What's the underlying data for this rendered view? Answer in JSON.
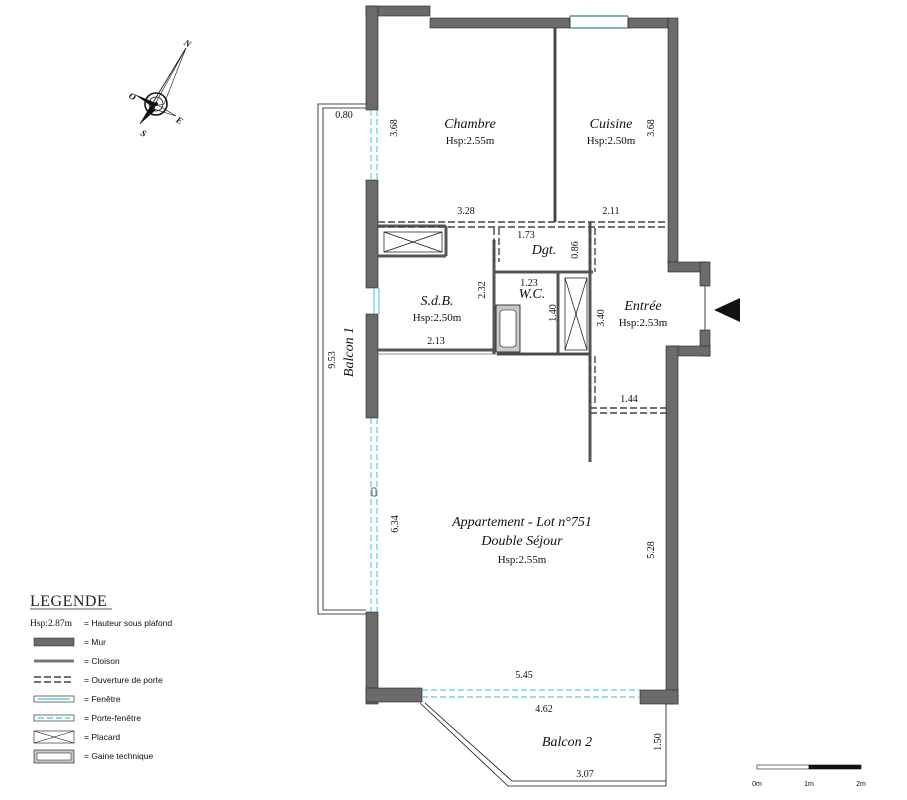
{
  "plan": {
    "apartment_title": "Appartement - Lot n°751",
    "rooms": {
      "chambre": {
        "name": "Chambre",
        "hsp": "Hsp:2.55m"
      },
      "cuisine": {
        "name": "Cuisine",
        "hsp": "Hsp:2.50m"
      },
      "dgt": {
        "name": "Dgt."
      },
      "sdb": {
        "name": "S.d.B.",
        "hsp": "Hsp:2.50m"
      },
      "wc": {
        "name": "W.C."
      },
      "entree": {
        "name": "Entrée",
        "hsp": "Hsp:2.53m"
      },
      "sejour": {
        "name": "Double Séjour",
        "hsp": "Hsp:2.55m"
      },
      "balcon1": {
        "name": "Balcon 1"
      },
      "balcon2": {
        "name": "Balcon 2"
      }
    },
    "dimensions": {
      "balcon1_top": "0.80",
      "chambre_left": "3.68",
      "cuisine_right": "3.68",
      "chambre_width": "3.28",
      "cuisine_width": "2.11",
      "dgt_width": "1.73",
      "dgt_depth": "0.86",
      "sdb_depth": "2.32",
      "wc_width": "1.23",
      "wc_depth": "1.40",
      "entree_depth": "3.40",
      "sdb_width": "2.13",
      "balcon1_length": "9.53",
      "entree_width": "1.44",
      "sejour_left": "6.34",
      "sejour_right": "5.28",
      "sejour_width": "5.45",
      "balcon2_top": "4.62",
      "balcon2_depth": "1.50",
      "balcon2_bottom": "3.07"
    }
  },
  "compass": {
    "n": "N",
    "e": "E",
    "s": "S",
    "o": "O"
  },
  "legend": {
    "title": "LEGENDE",
    "hsp_sample": "Hsp:2.87m",
    "items": [
      "= Hauteur sous plafond",
      "= Mur",
      "= Cloison",
      "= Ouverture de porte",
      "= Fenêtre",
      "= Porte-fenêtre",
      "= Placard",
      "= Gaine technique"
    ]
  },
  "scale": {
    "labels": [
      "0m",
      "1m",
      "2m"
    ]
  },
  "colors": {
    "wall": "#6b6b6b",
    "glass": "#5ec8e6",
    "line": "#111111",
    "shaft": "#c8c8c8"
  }
}
